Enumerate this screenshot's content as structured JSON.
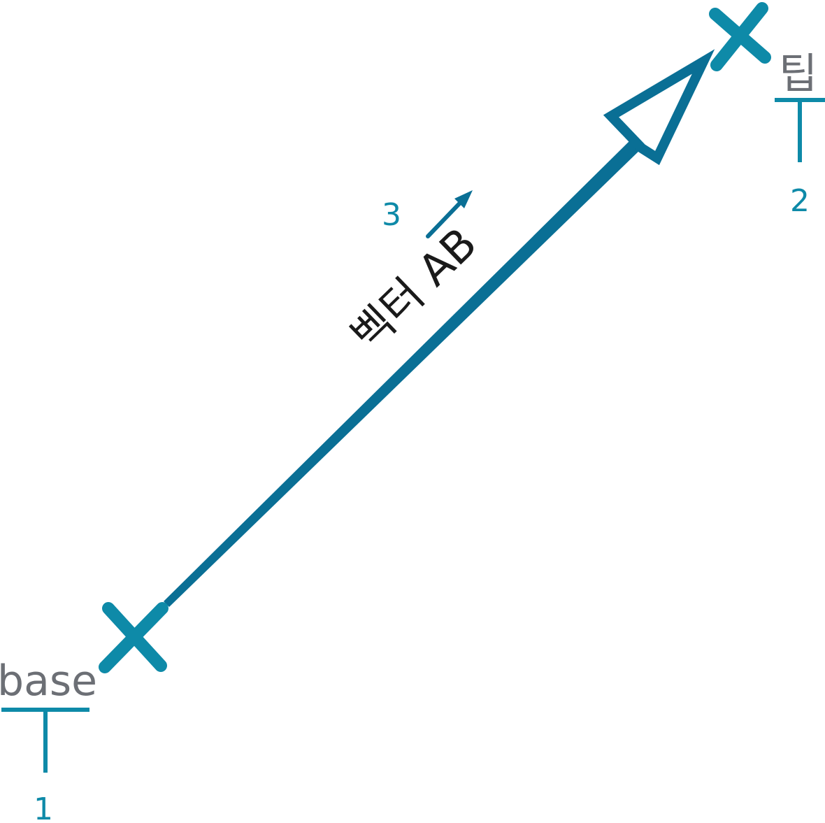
{
  "colors": {
    "primary": "#0e8aa8",
    "arrow": "#0a6f95",
    "label_gray": "#6c6f75",
    "label_dark": "#1a1a1a"
  },
  "points": {
    "base": {
      "label": "base",
      "callout": "1",
      "marker_icon": "x-marker-icon"
    },
    "tip": {
      "label": "팁",
      "callout": "2",
      "marker_icon": "x-marker-icon"
    }
  },
  "vector": {
    "label": "벡터 AB",
    "callout": "3",
    "direction_icon": "small-arrow-icon"
  }
}
